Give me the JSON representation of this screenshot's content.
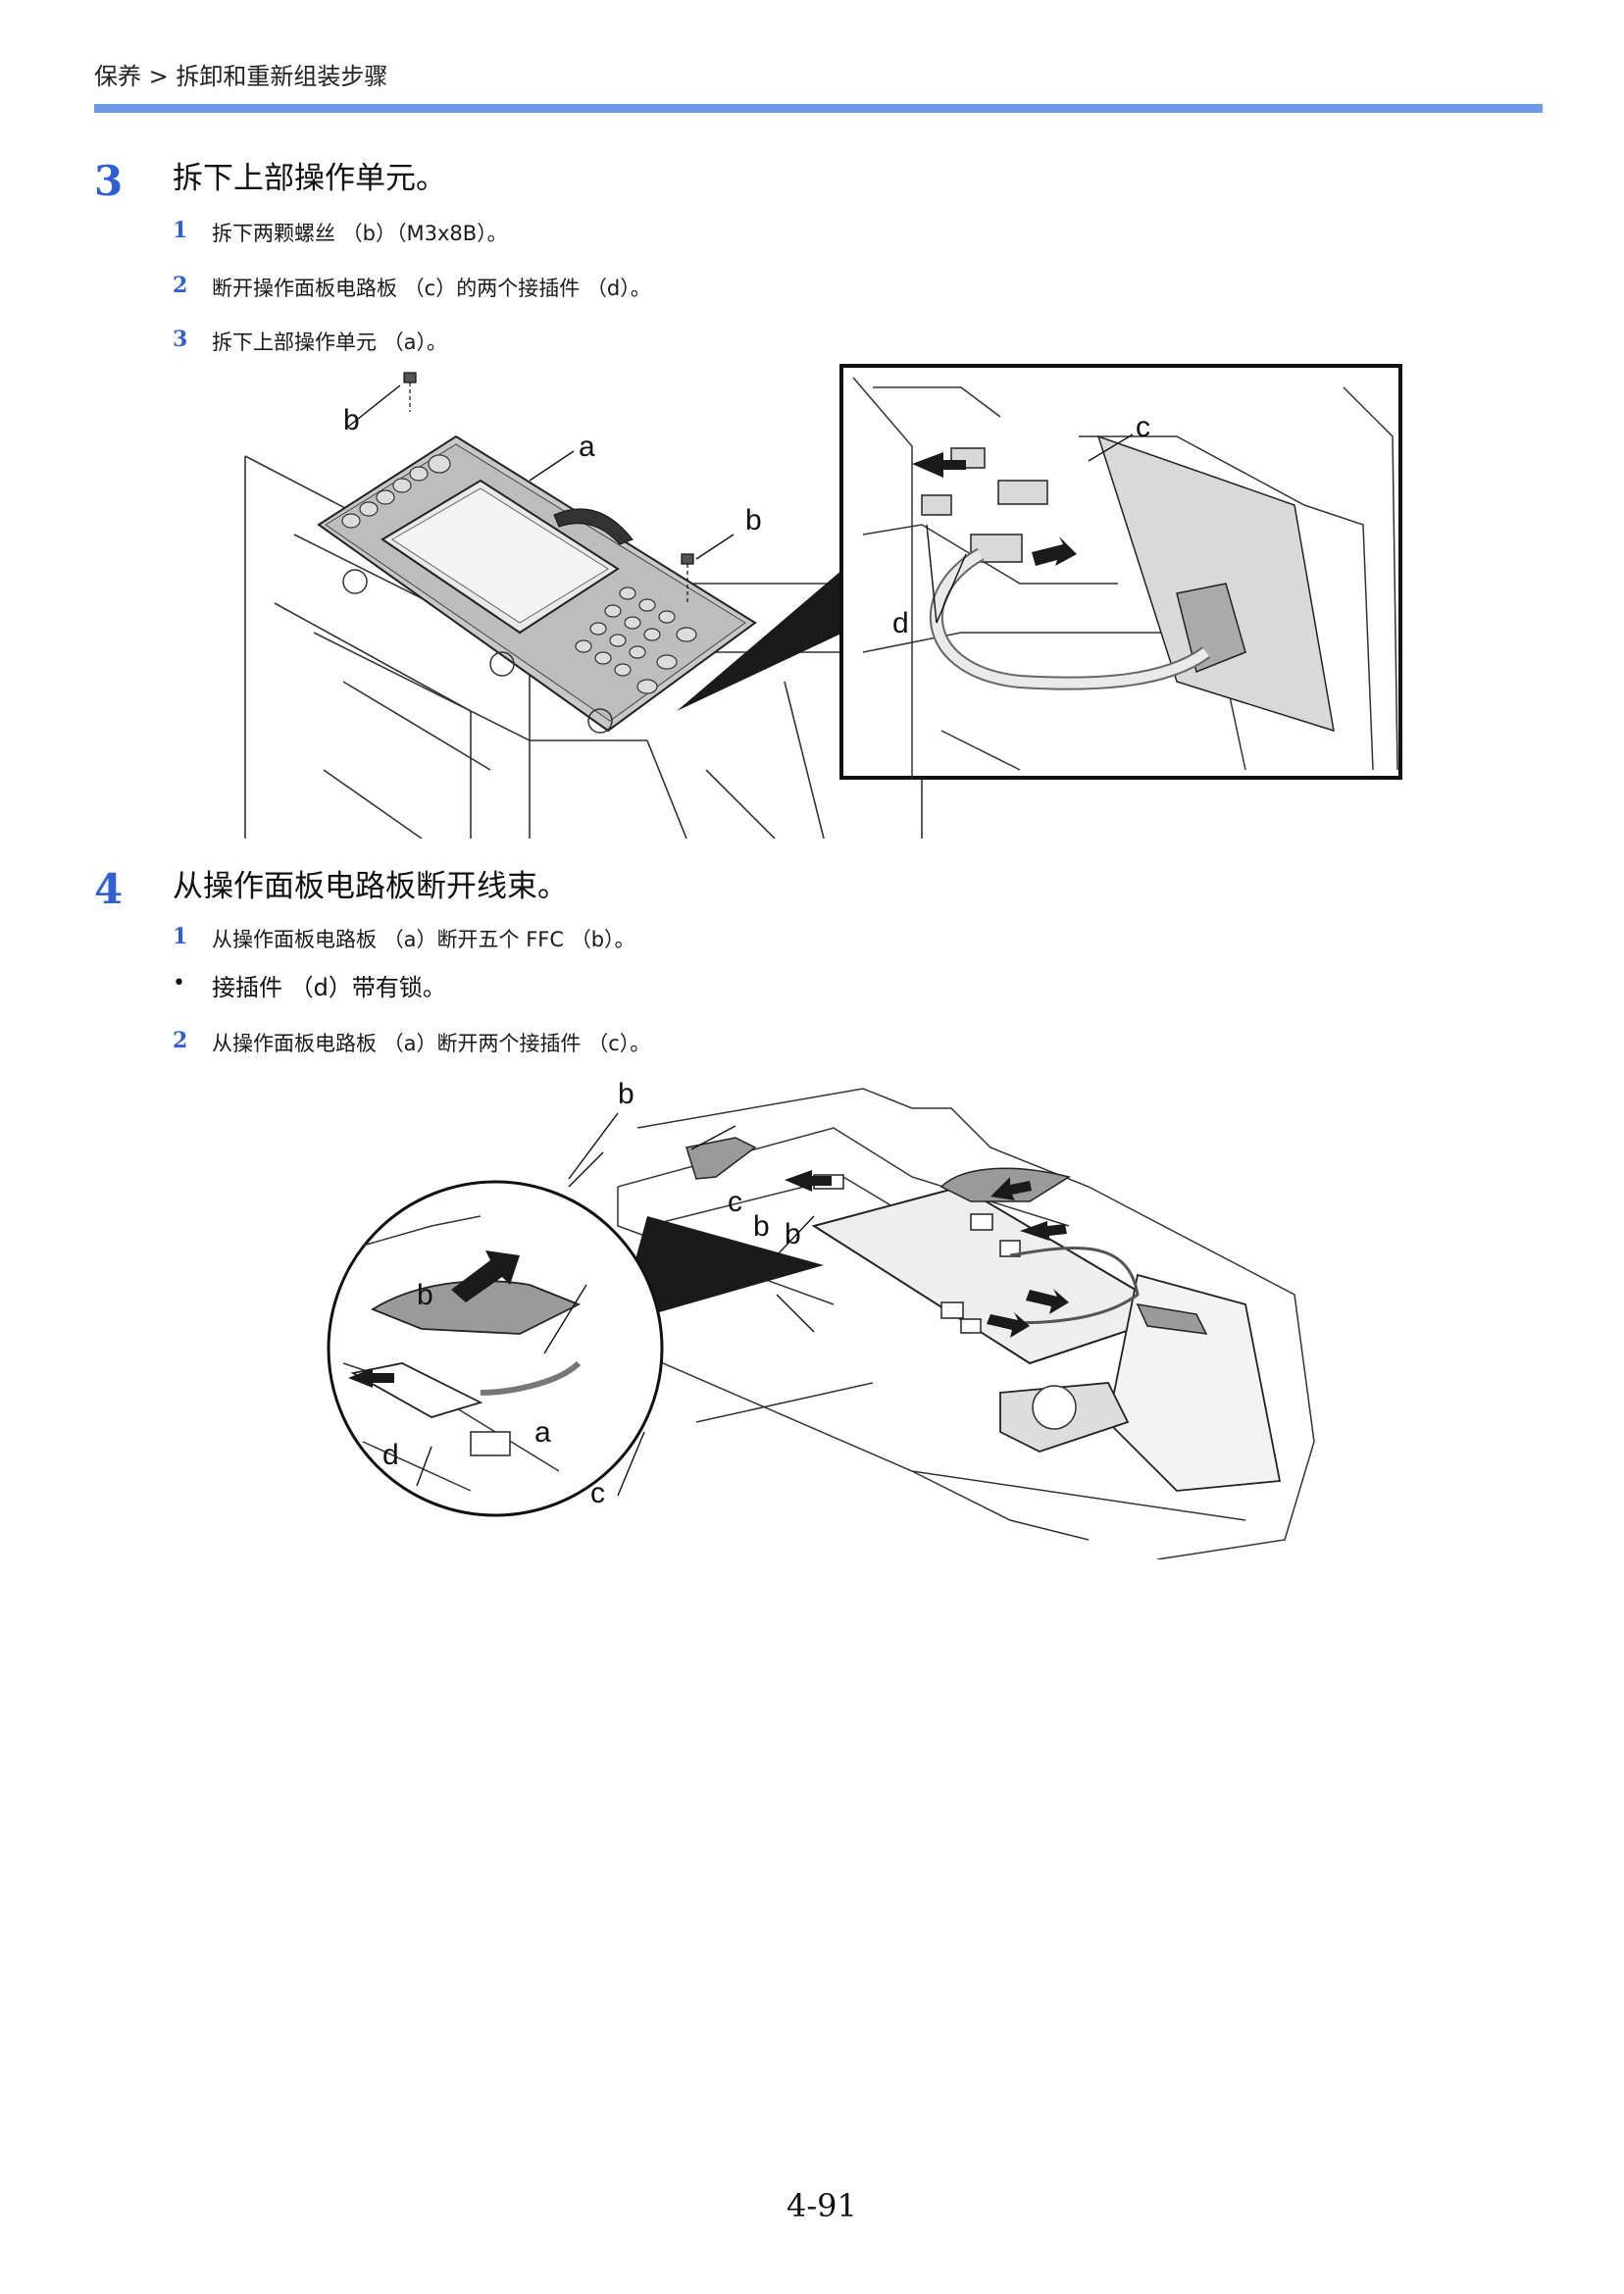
{
  "header": {
    "breadcrumb": "保养 > 拆卸和重新组装步骤"
  },
  "steps": [
    {
      "number": "3",
      "title": "拆下上部操作单元。",
      "substeps": [
        {
          "number": "1",
          "text": "拆下两颗螺丝 （b）（M3x8B）。"
        },
        {
          "number": "2",
          "text": "断开操作面板电路板 （c）的两个接插件 （d）。"
        },
        {
          "number": "3",
          "text": "拆下上部操作单元 （a）。"
        }
      ],
      "figure": {
        "labels": [
          "b",
          "a",
          "b",
          "c",
          "d"
        ]
      }
    },
    {
      "number": "4",
      "title": "从操作面板电路板断开线束。",
      "substeps": [
        {
          "number": "1",
          "text": "从操作面板电路板 （a）断开五个 FFC （b）。"
        },
        {
          "number": "2",
          "text": "从操作面板电路板 （a）断开两个接插件 （c）。"
        }
      ],
      "bullet": "接插件 （d）带有锁。",
      "figure": {
        "labels": [
          "b",
          "c",
          "b",
          "b",
          "b",
          "d",
          "a",
          "c"
        ]
      }
    }
  ],
  "footer": {
    "page_number": "4-91"
  },
  "colors": {
    "accent": "#2e5fd6",
    "header_rule": "#6f9ae8"
  }
}
